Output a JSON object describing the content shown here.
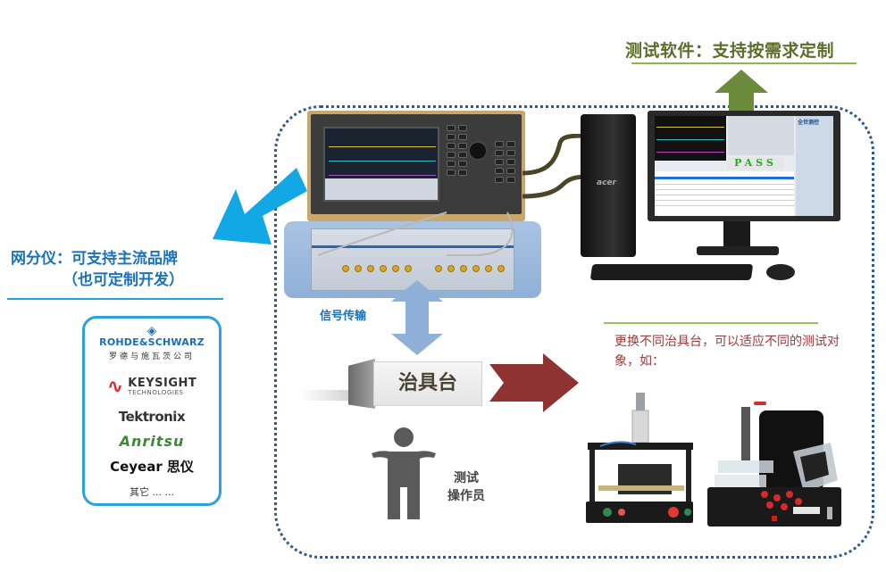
{
  "headings": {
    "software": "测试软件：支持按需求定制",
    "vna_line1": "网分仪：可支持主流品牌",
    "vna_line2": "（也可定制开发）"
  },
  "brands": {
    "rohde_schwarz": "ROHDE&SCHWARZ",
    "rohde_schwarz_cn": "罗德与施瓦茨公司",
    "keysight": "KEYSIGHT",
    "keysight_sub": "TECHNOLOGIES",
    "tektronix": "Tektronix",
    "anritsu": "Anritsu",
    "ceyear": "Ceyear 思仪",
    "other": "其它 ... ..."
  },
  "labels": {
    "signal_transfer": "信号传输",
    "fixture": "治具台",
    "fixture_note": "更换不同治具台，可以适应不同的测试对象，如：",
    "operator_line1": "测试",
    "operator_line2": "操作员"
  },
  "equipment": {
    "pc_brand": "acer",
    "software_result": "PASS",
    "software_brand": "全世测控"
  },
  "colors": {
    "software_green": "#5a6e2a",
    "up_arrow": "#6b8a3a",
    "vna_blue": "#1a73b8",
    "cyan_arrow": "#12a8e6",
    "signal_arrow": "#8fb1d9",
    "fixture_arrow": "#8e3232",
    "note_red": "#9b3b3b",
    "frame_dots": "#2e5a8c"
  }
}
